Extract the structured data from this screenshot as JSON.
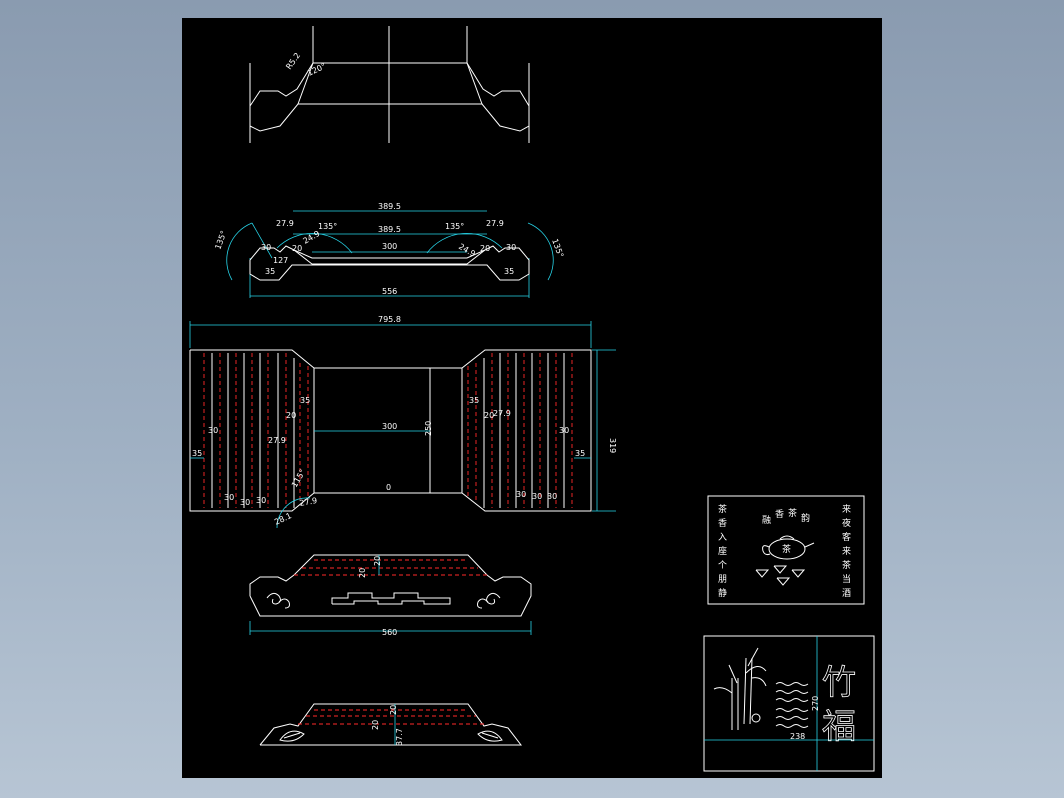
{
  "dims": {
    "top_angle_a": "R5.2",
    "top_angle_b": "120°",
    "d389_5": "389.5",
    "d27_9": "27.9",
    "d135": "135°",
    "d30": "30",
    "d20": "20",
    "d24_9": "24.9",
    "d127": "127",
    "d35": "35",
    "d556": "556",
    "d300": "300",
    "d795_8": "795.8",
    "d319": "319",
    "d250": "250",
    "d0": "0",
    "d115": "115°",
    "d28_1": "28.1",
    "d7_9": "27.9",
    "d560": "560",
    "d37_7": "37.7",
    "d238": "238",
    "d270": "270"
  },
  "panel1": {
    "left_col": [
      "茶",
      "香",
      "入",
      "座",
      "个",
      "朋",
      "静"
    ],
    "right_col": [
      "来",
      "夜",
      "客",
      "来",
      "茶",
      "当",
      "酒"
    ],
    "arc_text": [
      "融",
      "香",
      "茶",
      "韵"
    ],
    "pot_text": "茶"
  },
  "panel2": {
    "calligraphy_top": "竹",
    "calligraphy_bottom": "福"
  }
}
